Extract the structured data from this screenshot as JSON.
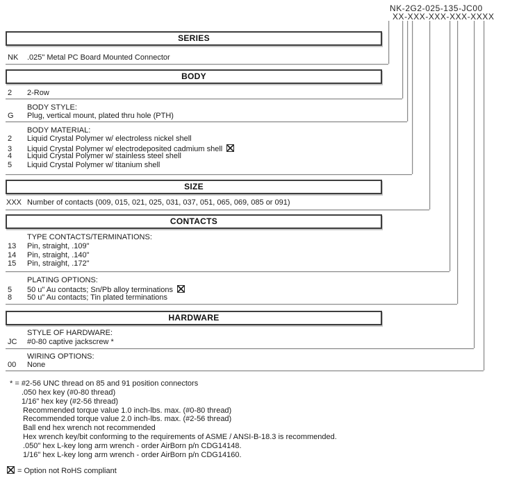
{
  "part_number": {
    "example": "NK-2G2-025-135-JC00",
    "mask": "XX-XXX-XXX-XXX-XXXX"
  },
  "sections": {
    "series": {
      "title": "SERIES",
      "rows": [
        {
          "code": "NK",
          "desc": ".025\" Metal PC Board Mounted Connector"
        }
      ]
    },
    "body": {
      "title": "BODY",
      "rows": [
        {
          "code": "2",
          "desc": "2-Row"
        }
      ],
      "style": {
        "heading": "BODY STYLE:",
        "rows": [
          {
            "code": "G",
            "desc": "Plug, vertical mount, plated thru hole (PTH)"
          }
        ]
      },
      "material": {
        "heading": "BODY MATERIAL:",
        "rows": [
          {
            "code": "2",
            "desc": "Liquid Crystal Polymer w/ electroless nickel shell"
          },
          {
            "code": "3",
            "desc": "Liquid Crystal Polymer w/ electrodeposited cadmium shell",
            "not_rohs": true
          },
          {
            "code": "4",
            "desc": "Liquid Crystal Polymer w/ stainless steel shell"
          },
          {
            "code": "5",
            "desc": "Liquid Crystal Polymer w/ titanium shell"
          }
        ]
      }
    },
    "size": {
      "title": "SIZE",
      "rows": [
        {
          "code": "XXX",
          "desc": "Number of contacts (009, 015, 021, 025, 031, 037, 051, 065, 069, 085 or 091)"
        }
      ]
    },
    "contacts": {
      "title": "CONTACTS",
      "type": {
        "heading": "TYPE CONTACTS/TERMINATIONS:",
        "rows": [
          {
            "code": "13",
            "desc": "Pin, straight, .109\""
          },
          {
            "code": "14",
            "desc": "Pin, straight, .140\""
          },
          {
            "code": "15",
            "desc": "Pin, straight, .172\""
          }
        ]
      },
      "plating": {
        "heading": "PLATING OPTIONS:",
        "rows": [
          {
            "code": "5",
            "desc": "50 u\" Au contacts; Sn/Pb alloy terminations",
            "not_rohs": true
          },
          {
            "code": "8",
            "desc": "50 u\" Au contacts; Tin plated terminations"
          }
        ]
      }
    },
    "hardware": {
      "title": "HARDWARE",
      "style": {
        "heading": "STYLE OF HARDWARE:",
        "rows": [
          {
            "code": "JC",
            "desc": "#0-80 captive jackscrew *"
          }
        ]
      },
      "wiring": {
        "heading": "WIRING OPTIONS:",
        "rows": [
          {
            "code": "00",
            "desc": "None"
          }
        ]
      }
    }
  },
  "footnote": {
    "line1": "* = #2-56 UNC thread on 85 and 91 position connectors",
    "items": [
      ".050 hex key (#0-80 thread)",
      "1/16\" hex key (#2-56 thread)",
      "Recommended torque value 1.0 inch-lbs. max. (#0-80 thread)",
      "Recommended torque value 2.0 inch-lbs. max. (#2-56 thread)",
      "Ball end hex wrench not recommended",
      "Hex wrench key/bit conforming to the requirements of ASME / ANSI-B-18.3 is recommended.",
      ".050\" hex L-key long arm wrench - order AirBorn p/n CDG14148.",
      "1/16\" hex L-key long arm wrench - order AirBorn p/n CDG14160."
    ]
  },
  "rohs_legend": "= Option not RoHS compliant"
}
